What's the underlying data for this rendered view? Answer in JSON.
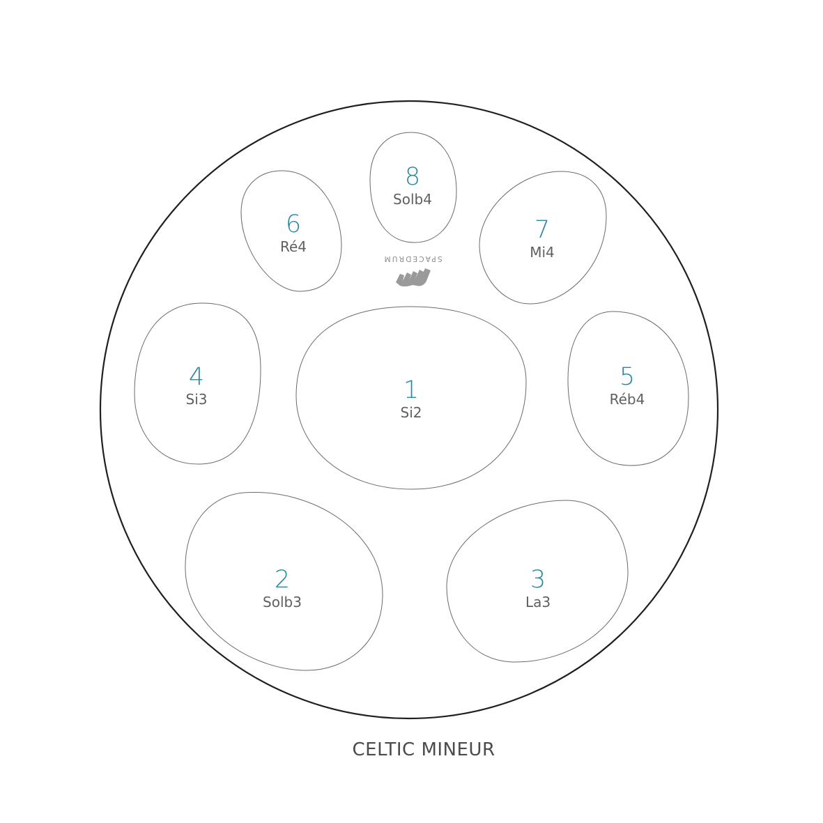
{
  "title": "CELTIC MINEUR",
  "brand": "SPACEDRUM",
  "colors": {
    "number": "#2b86a0",
    "note": "#5f5f63",
    "outline": "#1f1f1f"
  },
  "notes": [
    {
      "number": "1",
      "name": "Si2"
    },
    {
      "number": "2",
      "name": "Solb3"
    },
    {
      "number": "3",
      "name": "La3"
    },
    {
      "number": "4",
      "name": "Si3"
    },
    {
      "number": "5",
      "name": "Réb4"
    },
    {
      "number": "6",
      "name": "Ré4"
    },
    {
      "number": "7",
      "name": "Mi4"
    },
    {
      "number": "8",
      "name": "Solb4"
    }
  ]
}
